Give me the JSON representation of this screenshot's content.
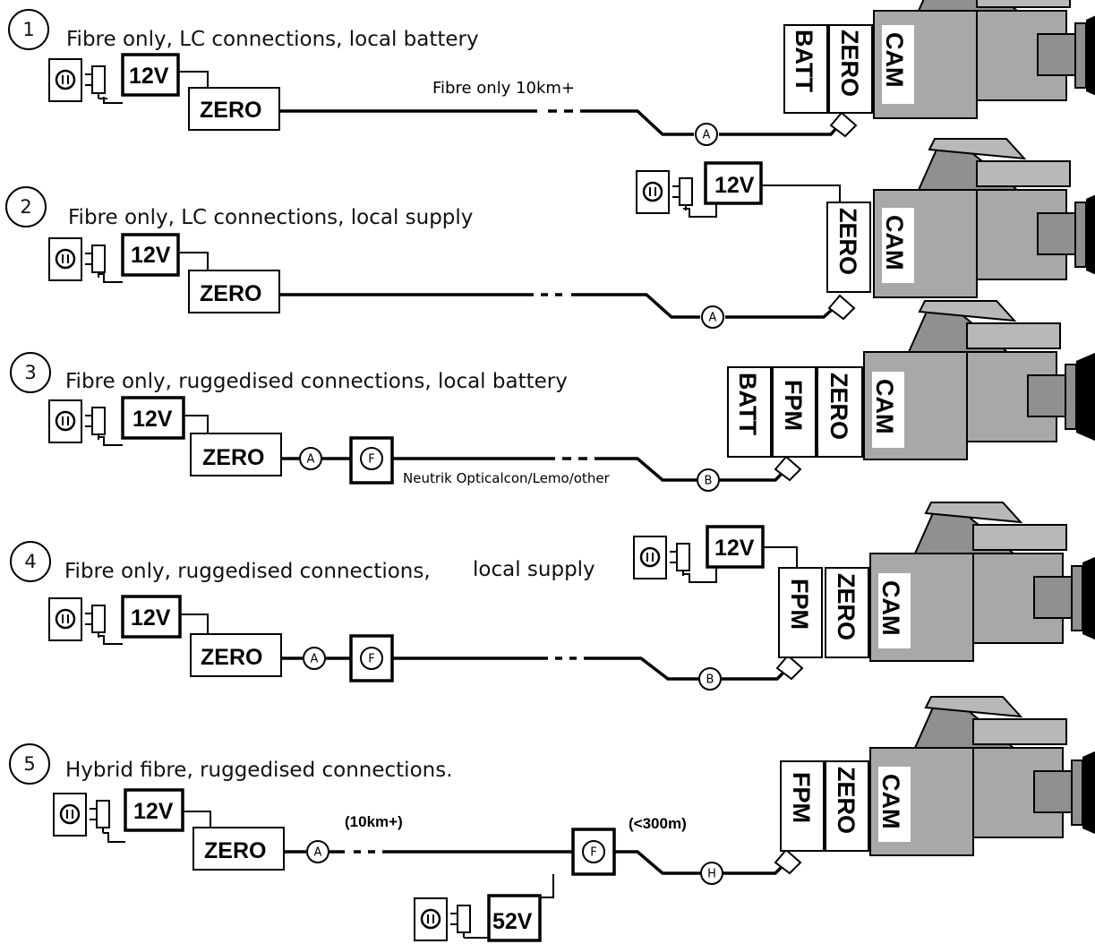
{
  "scenarios": [
    {
      "number": "1",
      "caption": "Fibre only, LC connections, local battery",
      "cable_note": "Fibre only 10km+",
      "left_supply": "12V",
      "left_unit": "ZERO",
      "connector_cam": "A",
      "cam_modules": [
        "BATT",
        "ZERO"
      ],
      "camera": "CAM"
    },
    {
      "number": "2",
      "caption": "Fibre only, LC connections, local supply",
      "left_supply": "12V",
      "left_unit": "ZERO",
      "cam_supply": "12V",
      "connector_cam": "A",
      "cam_modules": [
        "ZERO"
      ],
      "camera": "CAM"
    },
    {
      "number": "3",
      "caption": "Fibre only, ruggedised connections, local battery",
      "left_supply": "12V",
      "left_unit": "ZERO",
      "connector_left": "A",
      "flange": "F",
      "cable_note": "Neutrik Opticalcon/Lemo/other",
      "connector_cam": "B",
      "cam_modules": [
        "BATT",
        "FPM",
        "ZERO"
      ],
      "camera": "CAM"
    },
    {
      "number": "4",
      "caption_part1": "Fibre only, ruggedised connections,",
      "caption_part2": "local supply",
      "left_supply": "12V",
      "left_unit": "ZERO",
      "connector_left": "A",
      "flange": "F",
      "cam_supply": "12V",
      "connector_cam": "B",
      "cam_modules": [
        "FPM",
        "ZERO"
      ],
      "camera": "CAM"
    },
    {
      "number": "5",
      "caption": "Hybrid fibre, ruggedised connections.",
      "left_supply": "12V",
      "left_unit": "ZERO",
      "connector_left": "A",
      "long_note": "(10km+)",
      "flange": "F",
      "short_note": "(<300m)",
      "connector_cam": "H",
      "hybrid_supply": "52V",
      "cam_modules": [
        "FPM",
        "ZERO"
      ],
      "camera": "CAM"
    }
  ],
  "icons": {
    "socket": "wall-socket-icon",
    "plug": "plug-icon",
    "camera": "camera-body-icon",
    "connector": "fibre-connector-icon"
  },
  "colors": {
    "camera_body": "#a8a8a8",
    "line": "#000000",
    "background": "#ffffff"
  }
}
